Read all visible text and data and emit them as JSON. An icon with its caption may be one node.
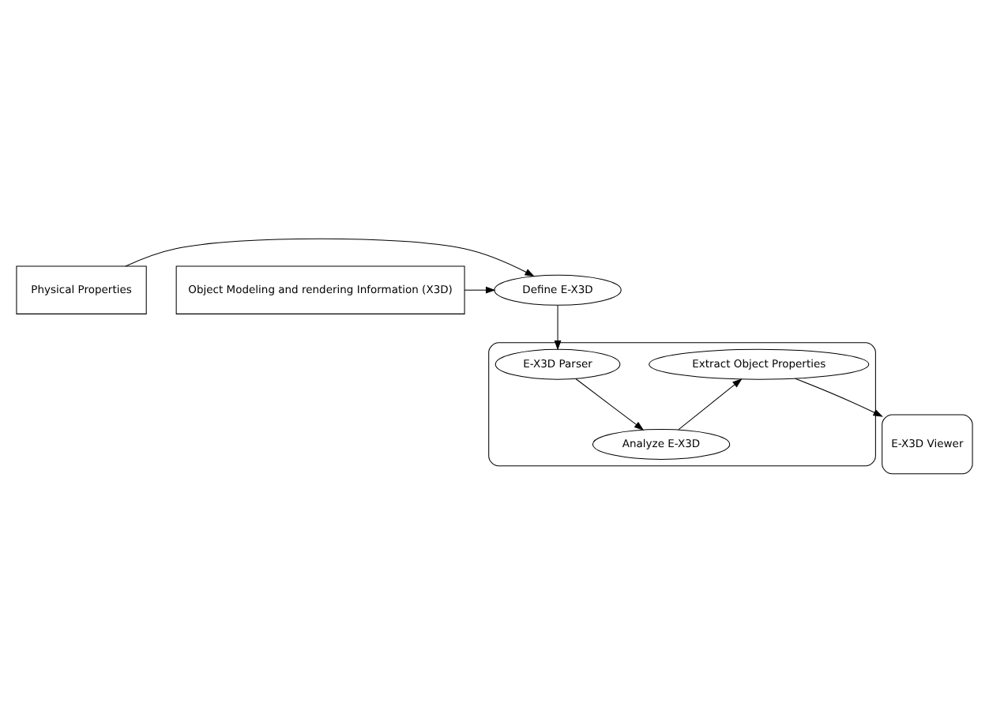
{
  "diagram": {
    "nodes": [
      {
        "text": [
          "Define E-X3D"
        ]
      },
      {
        "text": [
          "Physical Properties"
        ]
      },
      {
        "text": [
          "Object Modeling and rendering Information (X3D)"
        ]
      },
      {
        "text": [],
        "shape": "box"
      },
      {
        "text": [
          "E-X3D Parser"
        ],
        "in": 3
      },
      {
        "text": [
          "Extract Object Properties"
        ],
        "in": 3
      },
      {
        "text": [
          "Analyze E-X3D"
        ],
        "in": 3
      },
      {
        "text": [
          "E-X3D Viewer"
        ]
      }
    ],
    "edges": [
      {
        "from": 1,
        "to": 0,
        "arrow": "to"
      },
      {
        "from": 2,
        "to": 0,
        "arrow": "to"
      },
      {
        "from": 0,
        "to": 4,
        "arrow": "to"
      },
      {
        "from": 4,
        "to": 6,
        "arrow": "to"
      },
      {
        "from": 6,
        "to": 5,
        "arrow": "to"
      },
      {
        "from": 5,
        "to": 7,
        "arrow": "to"
      }
    ]
  }
}
